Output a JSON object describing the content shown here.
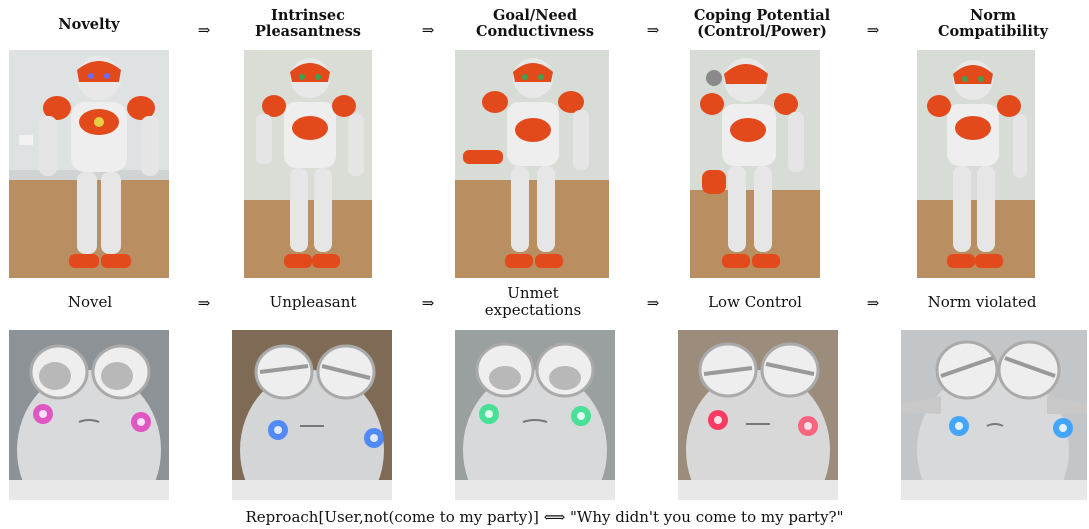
{
  "top_headers": [
    "Novelty",
    "Intrinsec\nPleasantness",
    "Goal/Need\nConductivness",
    "Coping Potential\n(Control/Power)",
    "Norm\nCompatibility"
  ],
  "bottom_labels": [
    "Novel",
    "Unpleasant",
    "Unmet\nexpectations",
    "Low Control",
    "Norm violated"
  ],
  "arrow": "⇒",
  "caption_left": "Reproach[User,not(come to my party)]",
  "caption_arrow": "⟺",
  "caption_right": "\"Why didn't you come to my party?\"",
  "led_colors": [
    "#e040c0",
    "#3b7bff",
    "#2ee08a",
    "#ff2050",
    "#2a9cff"
  ]
}
